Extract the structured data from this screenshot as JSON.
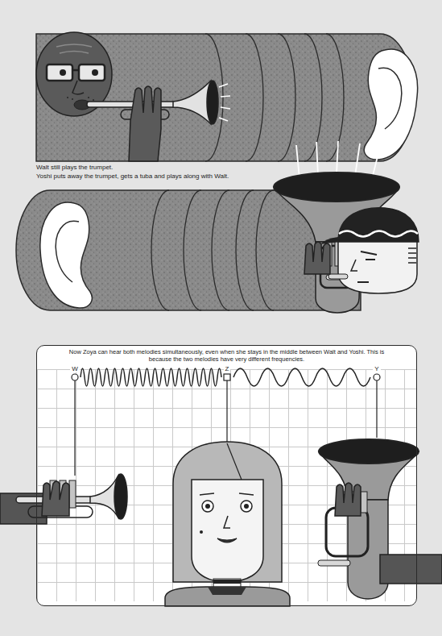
{
  "diagram": {
    "nodes": [
      {
        "text": [
          "Now Zoya can hear both melodies simultaneously, even when she stays in the middle between Walt and Yoshi. This is because the two melodies have very different frequencies."
        ]
      }
    ],
    "labels": [
      "Walt still plays the trumpet.",
      "Yoshi puts away the trumpet, gets a tuba and plays along with Walt.",
      "W",
      "Z",
      "Y"
    ]
  }
}
